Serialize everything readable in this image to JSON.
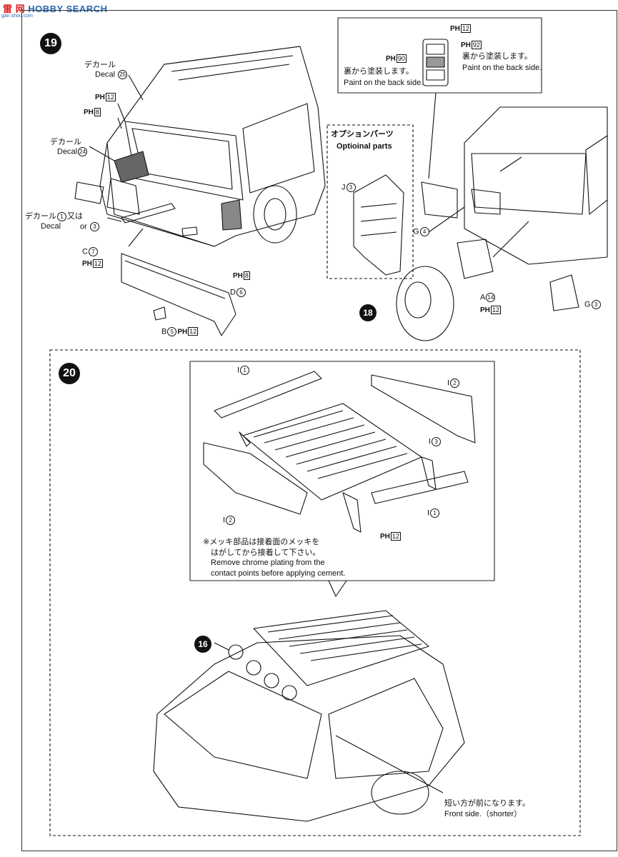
{
  "watermark": {
    "site": "HOBBY SEARCH",
    "logo": "雷 网",
    "sub": "gan.shou.com"
  },
  "steps": {
    "s19": "19",
    "s20": "20",
    "s18": "18",
    "s16": "16"
  },
  "labels": {
    "decal_jp": "デカール",
    "decal_en": "Decal",
    "or_jp": "又は",
    "or_en": "or",
    "n25": "25",
    "n24": "24",
    "n1": "1",
    "n3": "3",
    "ph_prefix": "PH",
    "ph12": "12",
    "ph8": "8",
    "ph90": "90",
    "ph92": "92",
    "c7": "C",
    "n7": "7",
    "d6": "D",
    "n6": "6",
    "b5": "B",
    "n5": "5",
    "j3": "J",
    "g4": "G",
    "n4": "4",
    "a14": "A",
    "n14": "14",
    "g3": "G",
    "i1": "I",
    "i2": "I",
    "i3": "I"
  },
  "paint_note": {
    "jp": "裏から塗装します。",
    "en": "Paint on the back side."
  },
  "options": {
    "jp": "オプションパーツ",
    "en": "Optioinal parts"
  },
  "chrome_note": {
    "jp1": "※メッキ部品は接着面のメッキを",
    "jp2": "はがしてから接着して下さい。",
    "en1": "Remove chrome plating from the",
    "en2": "contact points before applying cement."
  },
  "front_note": {
    "jp": "短い方が前になります。",
    "en": "Front side.（shorter）"
  }
}
